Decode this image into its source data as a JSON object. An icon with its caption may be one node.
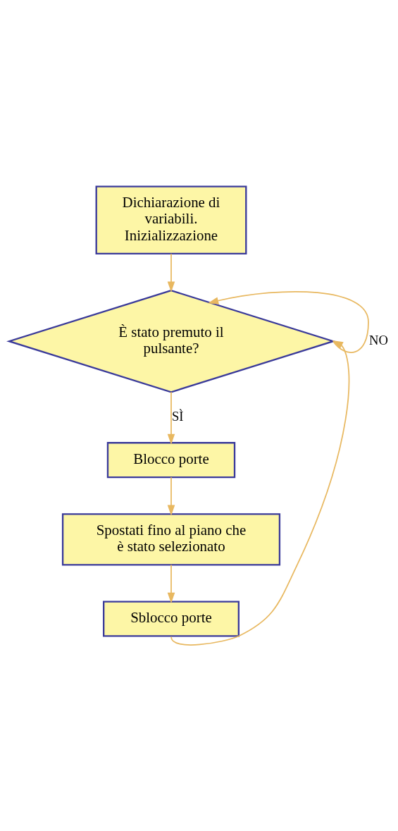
{
  "diagram": {
    "nodes": [
      {
        "text": [
          "Dichiarazione di variabili. Inizializzazione"
        ]
      },
      {
        "text": [
          "È stato premuto il pulsante?"
        ]
      },
      {
        "text": [
          "Blocco porte"
        ]
      },
      {
        "text": [
          "Spostati fino al piano che è stato selezionato"
        ]
      },
      {
        "text": [
          "Sblocco porte"
        ]
      }
    ],
    "edges": [
      {
        "from": 0,
        "to": 1,
        "arrow": "to"
      },
      {
        "from": 1,
        "to": 1,
        "arrow": "to",
        "label": "NO"
      },
      {
        "from": 1,
        "to": 2,
        "arrow": "to",
        "label": "SÌ"
      },
      {
        "from": 2,
        "to": 3,
        "arrow": "to"
      },
      {
        "from": 3,
        "to": 4,
        "arrow": "to"
      },
      {
        "from": 4,
        "to": 1,
        "arrow": "to"
      }
    ]
  }
}
